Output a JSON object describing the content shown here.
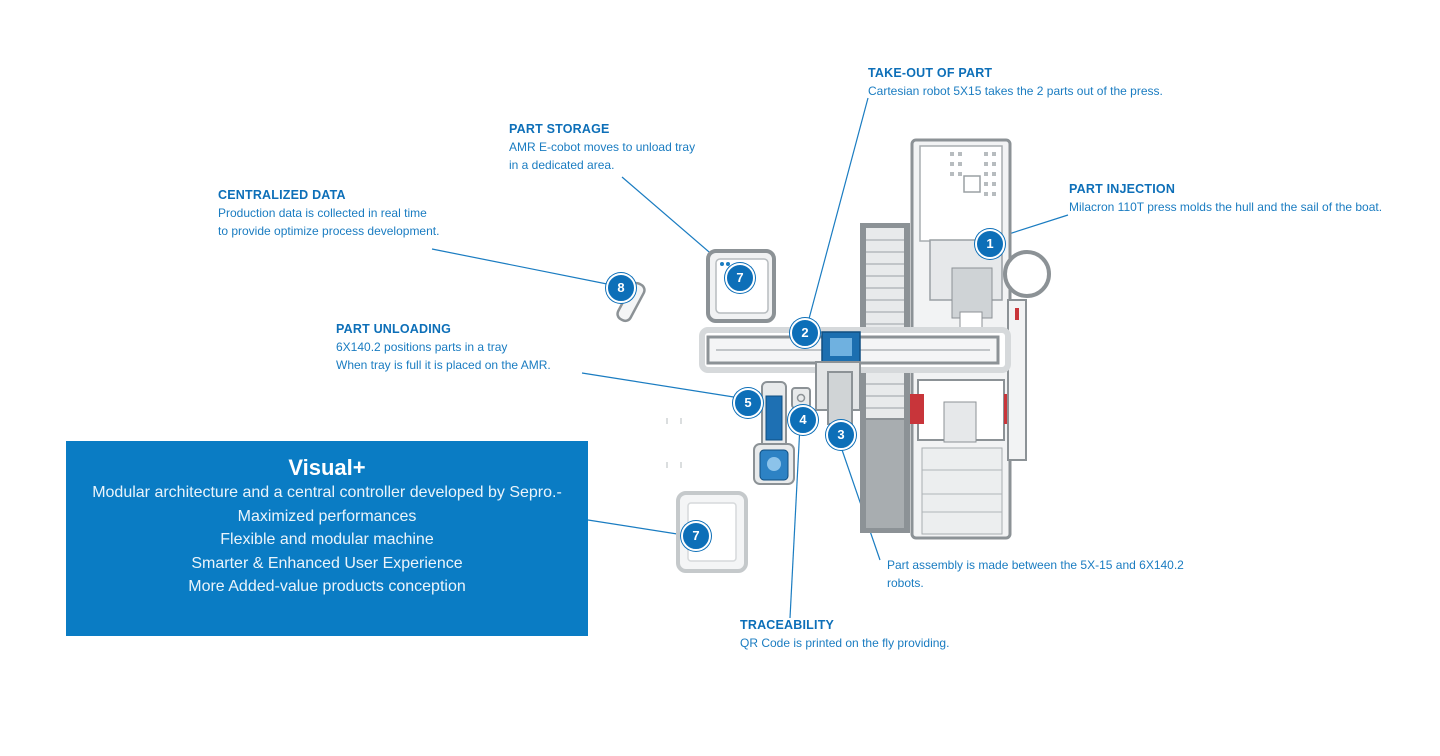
{
  "callouts": {
    "takeout": {
      "heading": "TAKE-OUT OF PART",
      "lines": [
        "Cartesian robot 5X15 takes the 2 parts out of the press."
      ]
    },
    "storage": {
      "heading": "PART STORAGE",
      "lines": [
        "AMR E-cobot moves to unload tray",
        "in a dedicated area."
      ]
    },
    "data": {
      "heading": "CENTRALIZED DATA",
      "lines": [
        "Production data is collected in real time",
        "to provide optimize process development."
      ]
    },
    "injection": {
      "heading": "PART INJECTION",
      "lines": [
        "Milacron 110T press molds the hull and the sail of the boat."
      ]
    },
    "unloading": {
      "heading": "PART UNLOADING",
      "lines": [
        "6X140.2 positions parts in a tray",
        "When tray is full it is placed on the AMR."
      ]
    },
    "assembly": {
      "heading": "",
      "lines": [
        "Part assembly is made between the 5X-15 and 6X140.2",
        "robots."
      ]
    },
    "traceability": {
      "heading": "TRACEABILITY",
      "lines": [
        "QR Code is printed on the fly providing."
      ]
    }
  },
  "badges": {
    "b1": "1",
    "b2": "2",
    "b3": "3",
    "b4": "4",
    "b5": "5",
    "b7top": "7",
    "b7bottom": "7",
    "b8": "8"
  },
  "panel": {
    "title": "Visual+",
    "lines": [
      "Modular architecture and a central controller developed by Sepro.-",
      "Maximized performances",
      "Flexible and modular machine",
      "Smarter & Enhanced User Experience",
      "More Added-value products conception"
    ]
  },
  "colors": {
    "accent": "#0d6fb8",
    "panel_bg": "#0a7cc4",
    "machine_gray": "#9aa0a4",
    "highlight_red": "#c8353a"
  }
}
